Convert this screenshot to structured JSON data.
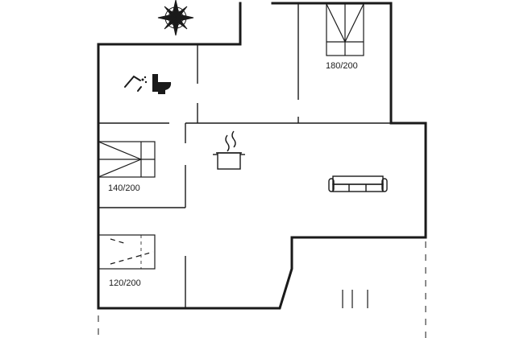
{
  "floorplan": {
    "rooms": {
      "bedroom_top": {
        "bed_label": "180/200",
        "icon": "double-bed-icon"
      },
      "bedroom_middle": {
        "bed_label": "140/200",
        "icon": "double-bed-icon"
      },
      "bedroom_bottom": {
        "bed_label": "120/200",
        "icon": "bed-icon"
      },
      "bathroom": {
        "icons": [
          "shower-icon",
          "toilet-icon"
        ]
      },
      "kitchen": {
        "icon": "cooking-pot-icon"
      },
      "living_room": {
        "icon": "sofa-icon"
      }
    },
    "compass": {
      "icon": "compass-rose-icon"
    },
    "colors": {
      "wall": "#1a1a1a",
      "background": "#ffffff"
    }
  }
}
